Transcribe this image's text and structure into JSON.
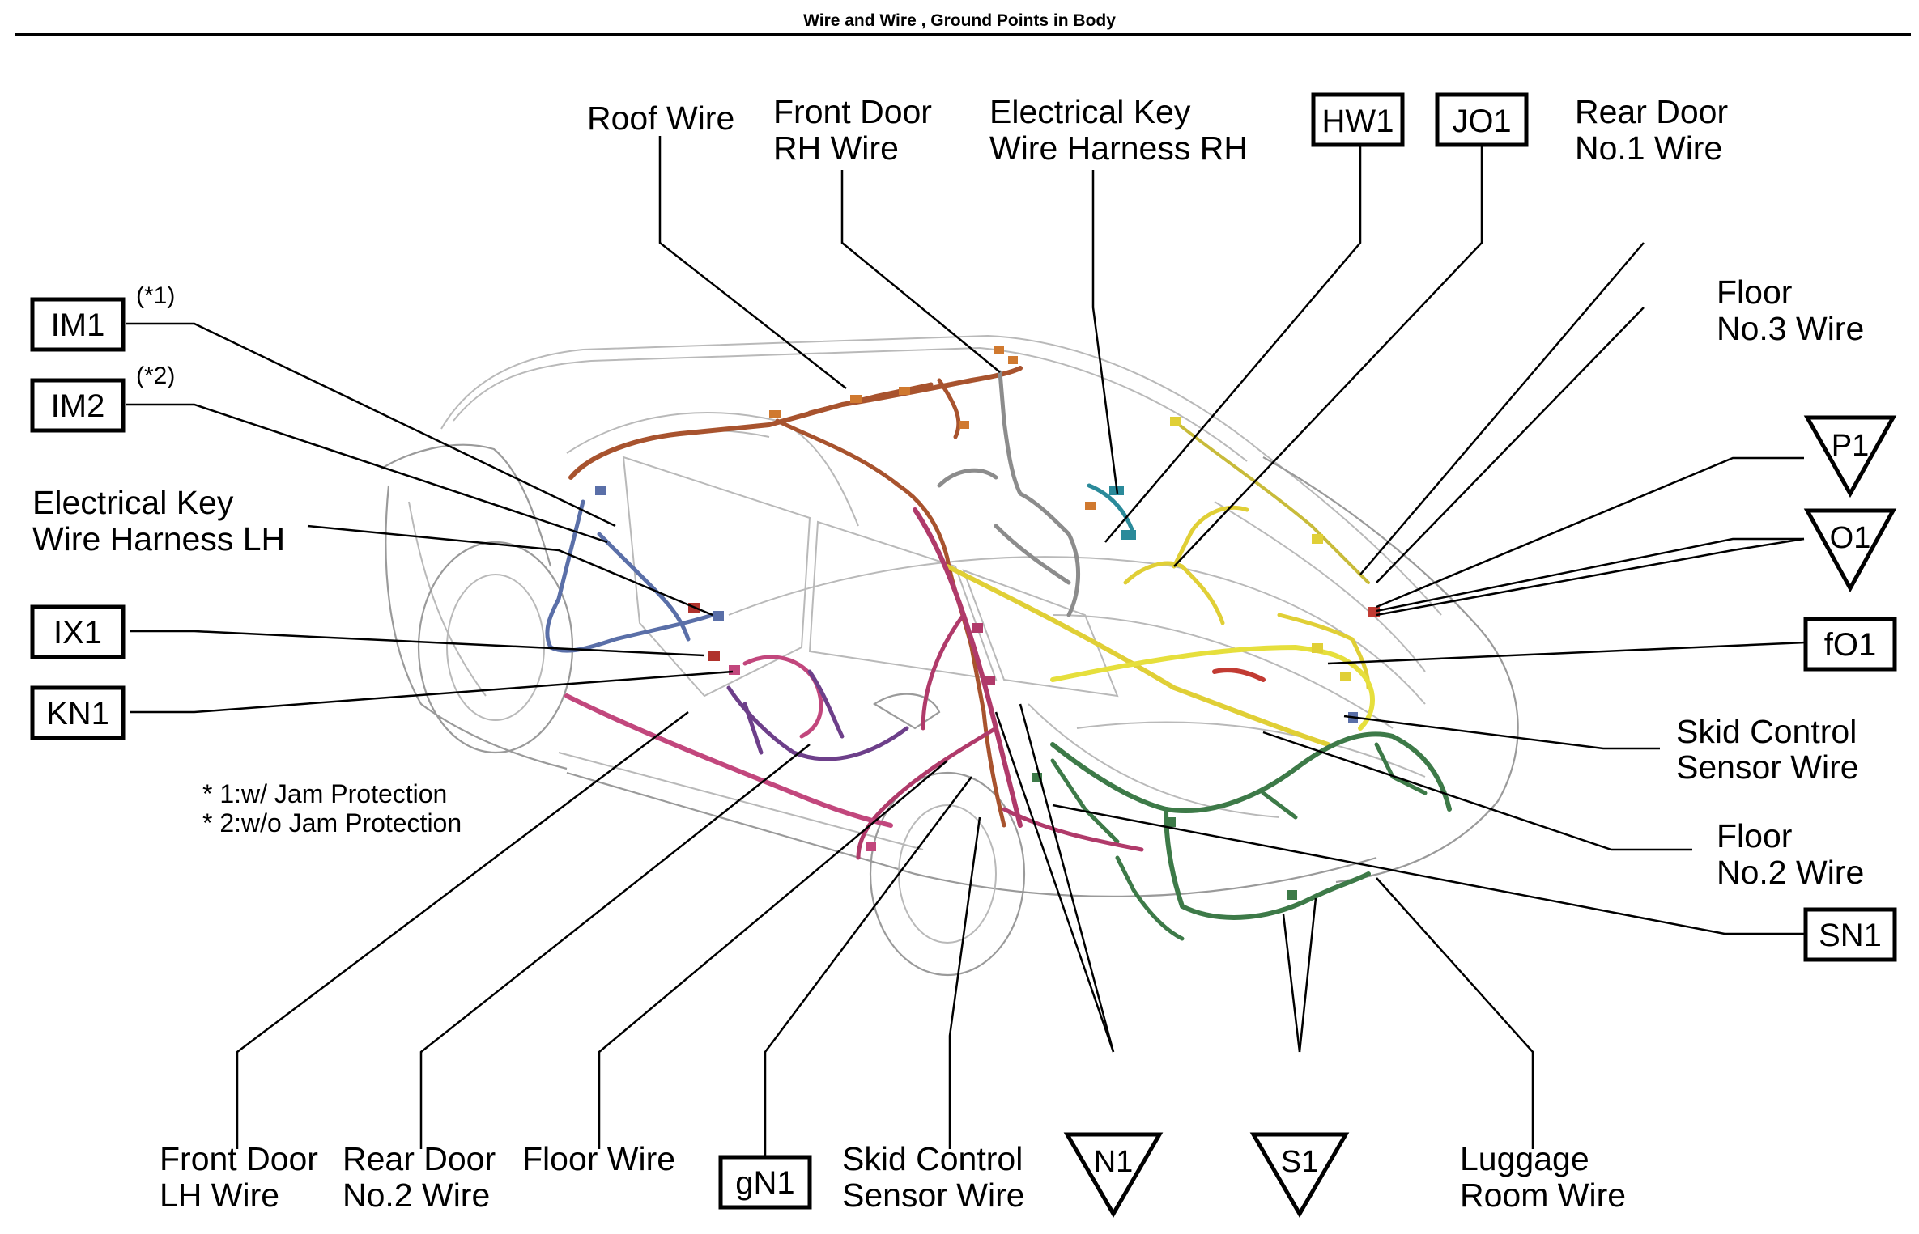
{
  "title": "Wire and Wire , Ground Points in Body",
  "notes": {
    "n1": "* 1:w/ Jam Protection",
    "n2": "* 2:w/o Jam Protection"
  },
  "superscripts": {
    "im1": "(*1)",
    "im2": "(*2)"
  },
  "wire_labels": {
    "roof": [
      "Roof Wire"
    ],
    "front_door_rh": [
      "Front Door",
      "RH Wire"
    ],
    "elec_key_rh": [
      "Electrical Key",
      "Wire Harness RH"
    ],
    "rear_door_no1": [
      "Rear Door",
      "No.1 Wire"
    ],
    "floor_no3": [
      "Floor",
      "No.3 Wire"
    ],
    "elec_key_lh": [
      "Electrical Key",
      "Wire Harness LH"
    ],
    "skid_right": [
      "Skid Control",
      "Sensor Wire"
    ],
    "floor_no2": [
      "Floor",
      "No.2 Wire"
    ],
    "front_door_lh": [
      "Front Door",
      "LH Wire"
    ],
    "rear_door_no2": [
      "Rear Door",
      "No.2 Wire"
    ],
    "floor": [
      "Floor Wire"
    ],
    "skid_bottom": [
      "Skid Control",
      "Sensor Wire"
    ],
    "luggage": [
      "Luggage",
      "Room Wire"
    ]
  },
  "connectors": {
    "hw1": "HW1",
    "jo1": "JO1",
    "im1": "IM1",
    "im2": "IM2",
    "ix1": "IX1",
    "kn1": "KN1",
    "fo1": "fO1",
    "sn1": "SN1",
    "gn1": "gN1"
  },
  "ground_points": {
    "p1": "P1",
    "o1": "O1",
    "n1": "N1",
    "s1": "S1"
  },
  "colors": {
    "roof_wire": "#b5582c",
    "front_door_rh_wire": "#8c8c8c",
    "floor_wire": "#b03a6a",
    "front_door_lh_wire": "#c2477d",
    "rear_door_wire": "#6d3f8a",
    "elec_key_lh": "#5a6fa8",
    "elec_key_rh": "#2a8a9a",
    "floor_no3_wire": "#e3d43a",
    "floor_no2_wire": "#e6df3c",
    "luggage_room_wire": "#3d7a48",
    "connector_red": "#b0322c",
    "connector_orange": "#e58b3a"
  }
}
